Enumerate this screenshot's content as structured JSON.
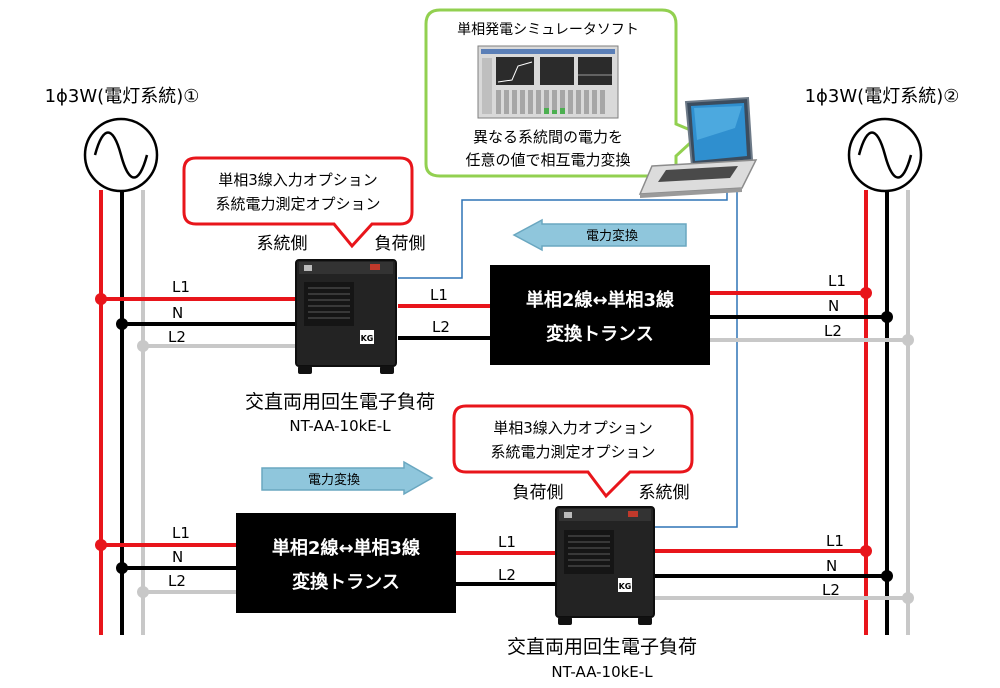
{
  "source_left": {
    "label": "1ϕ3W(電灯系統)①"
  },
  "source_right": {
    "label": "1ϕ3W(電灯系統)②"
  },
  "software": {
    "title": "単相発電シミュレータソフト",
    "desc_line1": "異なる系統間の電力を",
    "desc_line2": "任意の値で相互電力変換"
  },
  "callout_top": {
    "line1": "単相3線入力オプション",
    "line2": "系統電力測定オプション"
  },
  "callout_bottom": {
    "line1": "単相3線入力オプション",
    "line2": "系統電力測定オプション"
  },
  "load_top": {
    "grid_side": "系統側",
    "load_side": "負荷側",
    "name": "交直両用回生電子負荷",
    "model": "NT-AA-10kE-L"
  },
  "load_bottom": {
    "grid_side": "系統側",
    "load_side": "負荷側",
    "name": "交直両用回生電子負荷",
    "model": "NT-AA-10kE-L"
  },
  "transformer_top": {
    "line1": "単相2線↔単相3線",
    "line2": "変換トランス"
  },
  "transformer_bottom": {
    "line1": "単相2線↔単相3線",
    "line2": "変換トランス"
  },
  "arrow_top": {
    "label": "電力変換",
    "direction": "left"
  },
  "arrow_bottom": {
    "label": "電力変換",
    "direction": "right"
  },
  "wires": {
    "l1": "L1",
    "n": "N",
    "l2": "L2"
  },
  "device_logo": "KG",
  "colors": {
    "l1": "#e8151b",
    "n": "#000000",
    "l2": "#c8c8c8",
    "control": "#2e74b5",
    "callout_red": "#e8151b",
    "callout_green": "#92d050",
    "arrow_fill": "#8fc6dc",
    "arrow_stroke": "#6aa7c0"
  }
}
